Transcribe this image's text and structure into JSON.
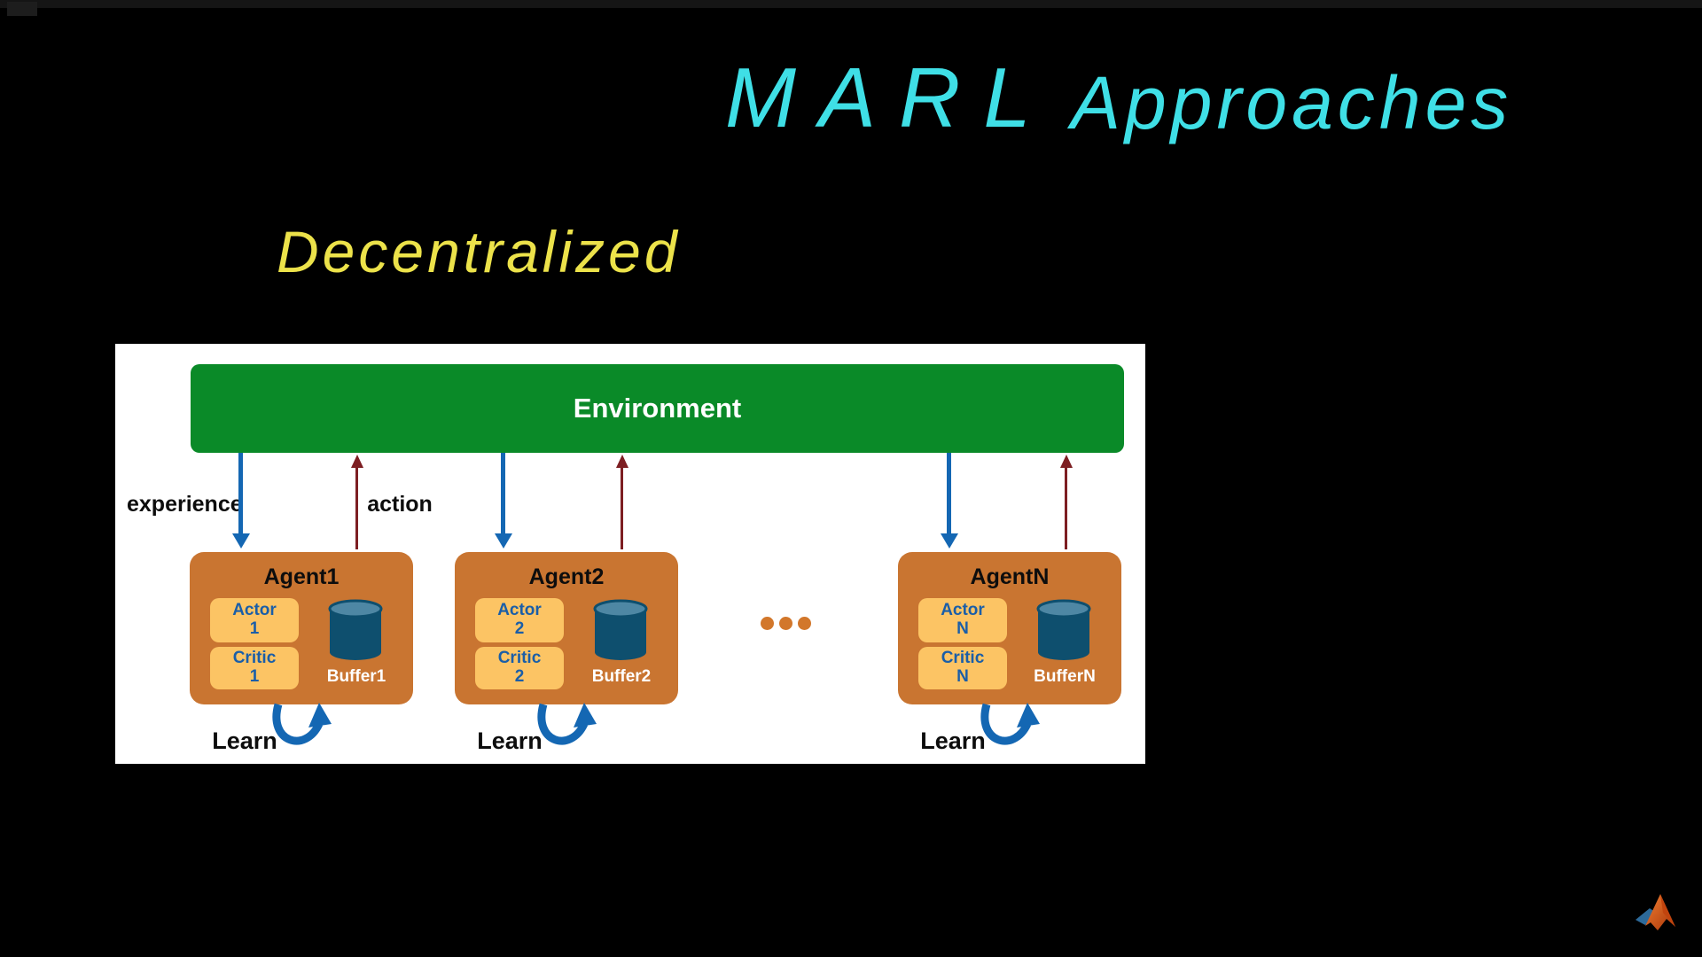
{
  "slide": {
    "title_word1": "MARL",
    "title_word2": "Approaches",
    "section_label": "Decentralized"
  },
  "diagram": {
    "environment_label": "Environment",
    "edge_labels": {
      "experience": "experience",
      "action": "action"
    },
    "agents": [
      {
        "title": "Agent1",
        "actor_top": "Actor",
        "actor_bottom": "1",
        "critic_top": "Critic",
        "critic_bottom": "1",
        "buffer_label": "Buffer1",
        "learn_label": "Learn"
      },
      {
        "title": "Agent2",
        "actor_top": "Actor",
        "actor_bottom": "2",
        "critic_top": "Critic",
        "critic_bottom": "2",
        "buffer_label": "Buffer2",
        "learn_label": "Learn"
      },
      {
        "title": "AgentN",
        "actor_top": "Actor",
        "actor_bottom": "N",
        "critic_top": "Critic",
        "critic_bottom": "N",
        "buffer_label": "BufferN",
        "learn_label": "Learn"
      }
    ],
    "ellipsis_icon": "ellipsis-dots"
  },
  "branding": {
    "logo_icon": "matlab-logo"
  },
  "colors": {
    "background": "#000000",
    "title_cyan": "#3fdfe6",
    "subtitle_yellow": "#ece24a",
    "panel_white": "#ffffff",
    "environment_green": "#0a8a28",
    "agent_orange": "#c97531",
    "mini_box_orange": "#fcc464",
    "mini_box_text_blue": "#1a5ea8",
    "experience_arrow_blue": "#1467b3",
    "action_arrow_maroon": "#7d1e22",
    "buffer_cylinder_teal": "#0e4f6e",
    "ellipsis_orange": "#d2772b"
  }
}
